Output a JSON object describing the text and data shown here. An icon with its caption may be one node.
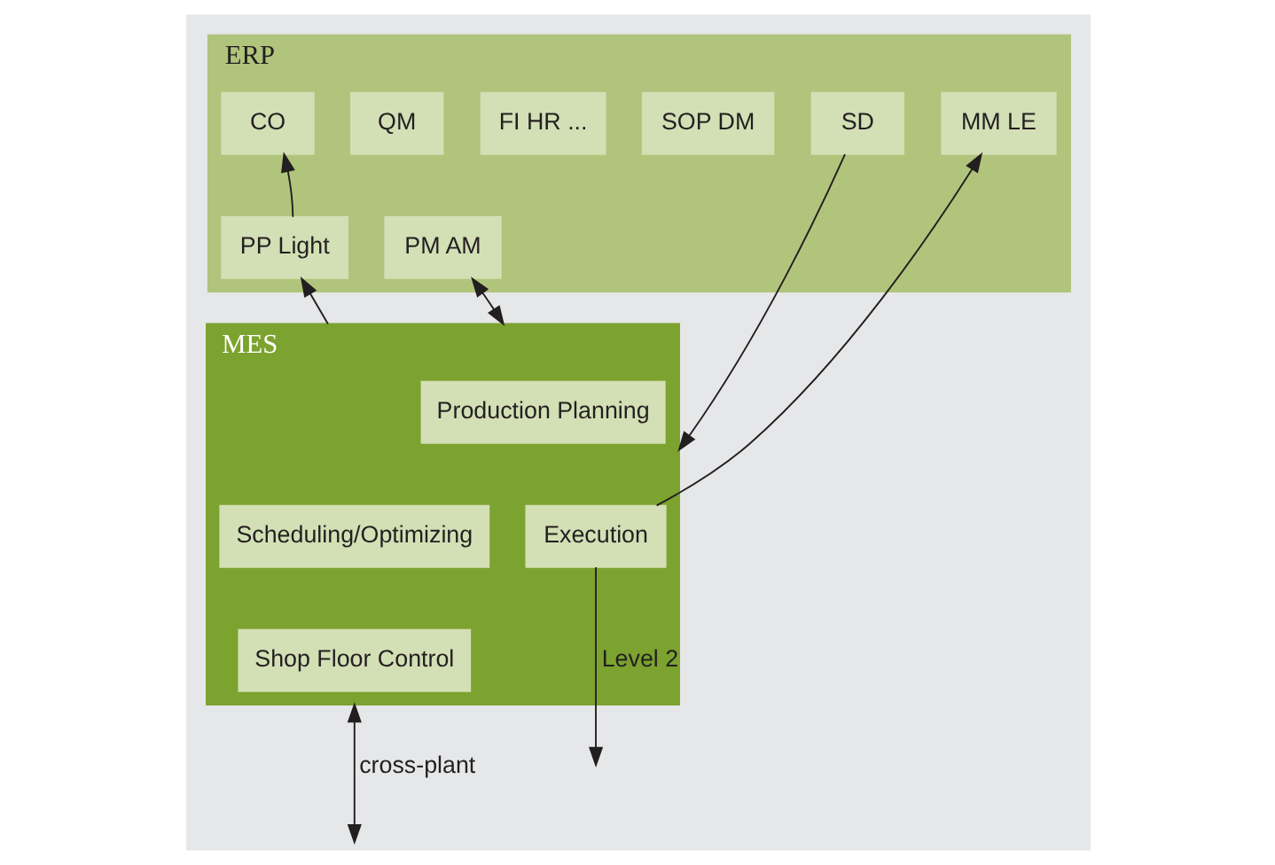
{
  "diagram": {
    "nodes": [
      {
        "text": [
          "ERP"
        ]
      },
      {
        "text": [
          "FI HR ..."
        ],
        "in": 0
      },
      {
        "text": [
          "QM"
        ],
        "in": 0
      },
      {
        "text": [
          "PM AM"
        ],
        "in": 0
      },
      {
        "text": [
          "SOP DM"
        ],
        "in": 0
      },
      {
        "text": [
          "MM LE"
        ],
        "in": 0
      },
      {
        "text": [
          "SD"
        ],
        "in": 0
      },
      {
        "text": [
          "CO"
        ],
        "in": 0
      },
      {
        "text": [
          "PP Light"
        ],
        "in": 0
      },
      {
        "text": [
          "MES"
        ]
      },
      {
        "text": [
          "Production Planning"
        ],
        "in": 9
      },
      {
        "text": [
          "Scheduling/Optimizing"
        ],
        "in": 9
      },
      {
        "text": [
          "Shop Floor Control"
        ],
        "in": 9
      },
      {
        "text": [
          "Execution"
        ],
        "in": 9
      }
    ],
    "edges": [
      {
        "from": 3,
        "to": 9,
        "arrow": "both"
      },
      {
        "from": 13,
        "to": 5,
        "arrow": "to"
      },
      {
        "from": 6,
        "to": 9,
        "arrow": "to"
      },
      {
        "from": 9,
        "to": 8,
        "arrow": "to"
      },
      {
        "from": 8,
        "to": 7,
        "arrow": "to"
      },
      {
        "from": 9,
        "to": null,
        "arrow": "both",
        "label": "cross-plant"
      },
      {
        "from": 13,
        "to": null,
        "arrow": "to",
        "label": "Level 2"
      }
    ]
  }
}
